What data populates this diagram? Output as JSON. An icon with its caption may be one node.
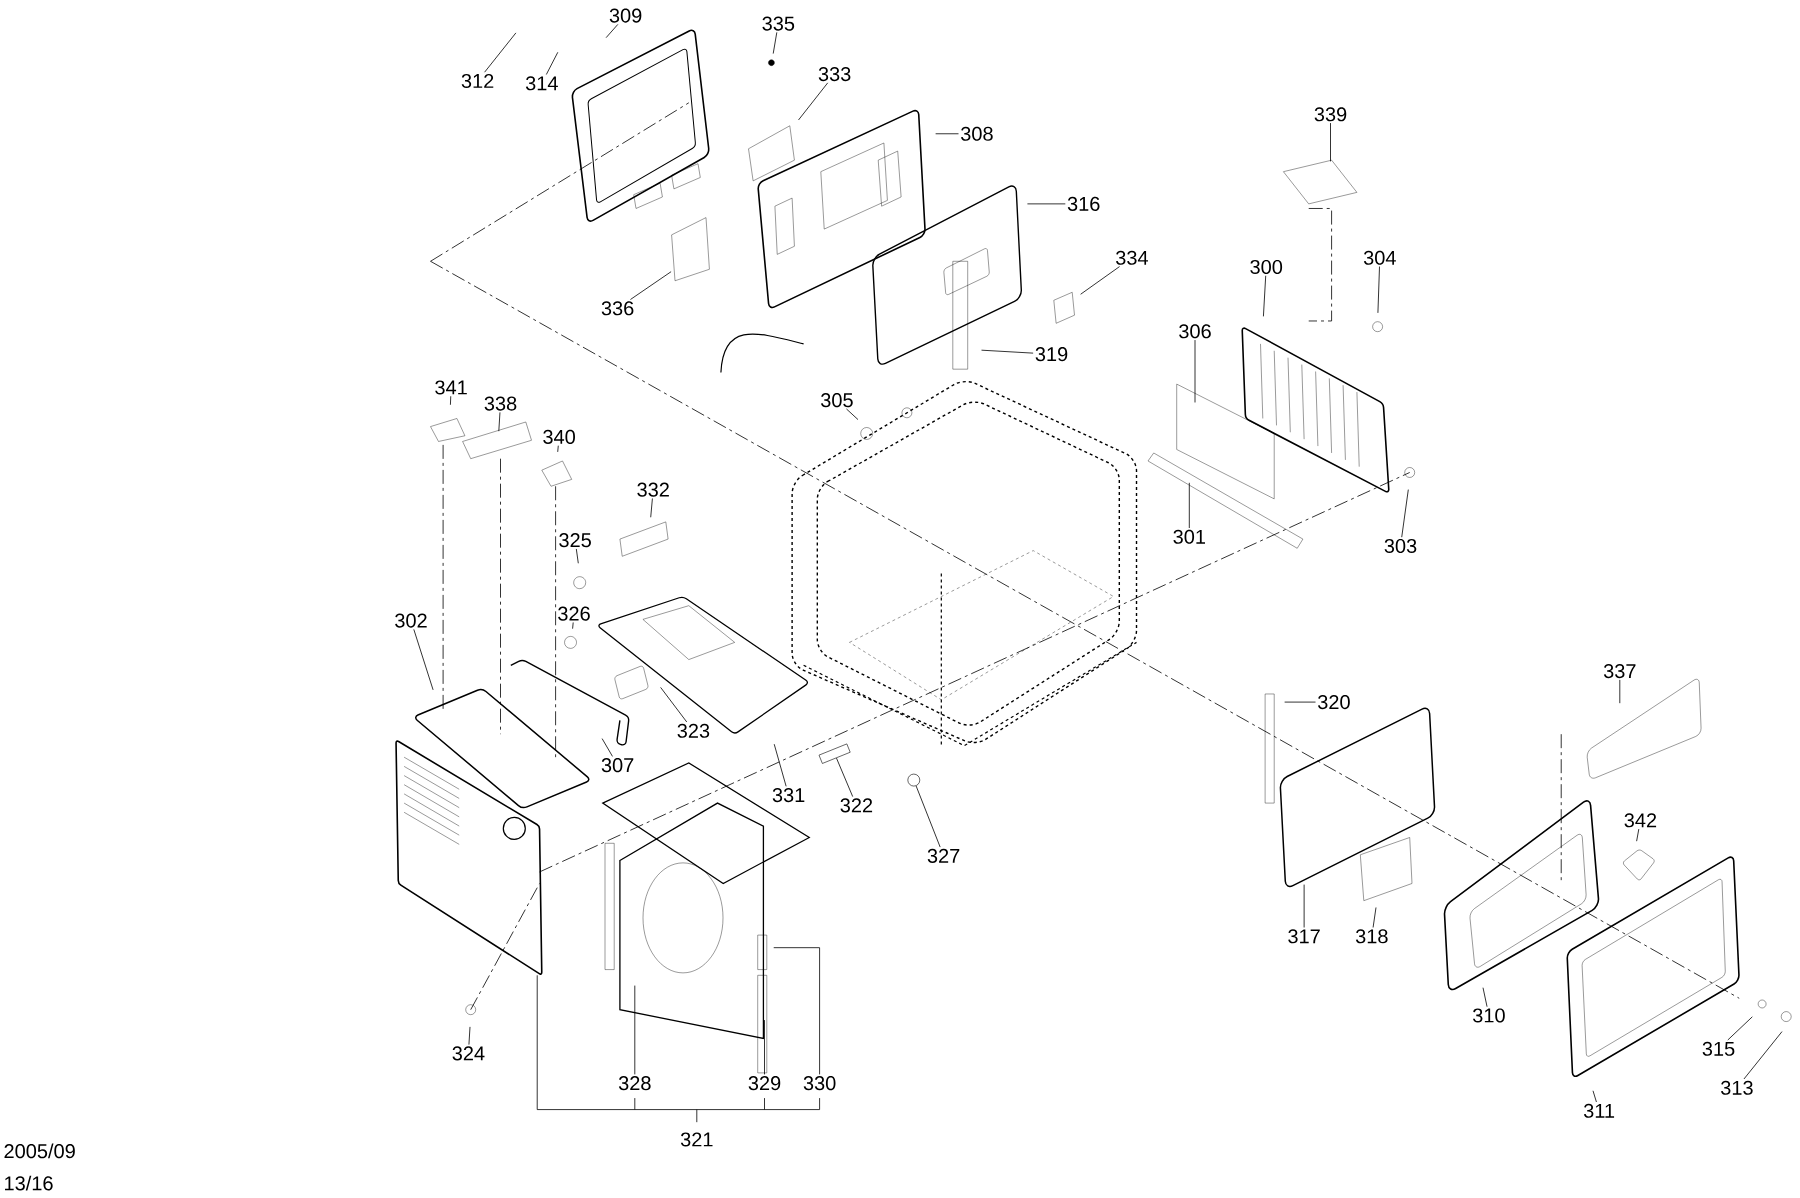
{
  "diagram": {
    "nodes": [
      {
        "text": [
          "309"
        ]
      },
      {
        "text": [
          "335"
        ]
      },
      {
        "text": [
          "312"
        ]
      },
      {
        "text": [
          "314"
        ]
      },
      {
        "text": [
          "333"
        ]
      },
      {
        "text": [
          "308"
        ]
      },
      {
        "text": [
          "339"
        ]
      },
      {
        "text": [
          "316"
        ]
      },
      {
        "text": [
          "334"
        ]
      },
      {
        "text": [
          "304"
        ]
      },
      {
        "text": [
          "300"
        ]
      },
      {
        "text": [
          "336"
        ]
      },
      {
        "text": [
          "306"
        ]
      },
      {
        "text": [
          "319"
        ]
      },
      {
        "text": [
          "341"
        ]
      },
      {
        "text": [
          "305"
        ]
      },
      {
        "text": [
          "338"
        ]
      },
      {
        "text": [
          "340"
        ]
      },
      {
        "text": [
          "332"
        ]
      },
      {
        "text": [
          "301"
        ]
      },
      {
        "text": [
          "325"
        ]
      },
      {
        "text": [
          "303"
        ]
      },
      {
        "text": [
          "326"
        ]
      },
      {
        "text": [
          "302"
        ]
      },
      {
        "text": [
          "337"
        ]
      },
      {
        "text": [
          "320"
        ]
      },
      {
        "text": [
          "323"
        ]
      },
      {
        "text": [
          "307"
        ]
      },
      {
        "text": [
          "331"
        ]
      },
      {
        "text": [
          "322"
        ]
      },
      {
        "text": [
          "342"
        ]
      },
      {
        "text": [
          "327"
        ]
      },
      {
        "text": [
          "317"
        ]
      },
      {
        "text": [
          "318"
        ]
      },
      {
        "text": [
          "310"
        ]
      },
      {
        "text": [
          "315"
        ]
      },
      {
        "text": [
          "324"
        ]
      },
      {
        "text": [
          "328"
        ]
      },
      {
        "text": [
          "329"
        ]
      },
      {
        "text": [
          "330"
        ]
      },
      {
        "text": [
          "313"
        ]
      },
      {
        "text": [
          "311"
        ]
      },
      {
        "text": [
          "321"
        ]
      },
      {
        "text": [],
        "shape": "bar"
      },
      {
        "text": [],
        "shape": "circle"
      }
    ],
    "edges": [
      {
        "from": 0,
        "to": null,
        "arrow": "none"
      },
      {
        "from": 1,
        "to": null,
        "arrow": "none"
      },
      {
        "from": 2,
        "to": null,
        "arrow": "none"
      },
      {
        "from": 3,
        "to": null,
        "arrow": "none"
      },
      {
        "from": 4,
        "to": null,
        "arrow": "none"
      },
      {
        "from": 5,
        "to": null,
        "arrow": "none"
      },
      {
        "from": 6,
        "to": null,
        "arrow": "none"
      },
      {
        "from": 7,
        "to": null,
        "arrow": "none"
      },
      {
        "from": 8,
        "to": null,
        "arrow": "none"
      },
      {
        "from": 9,
        "to": null,
        "arrow": "none"
      },
      {
        "from": 10,
        "to": null,
        "arrow": "none"
      },
      {
        "from": 11,
        "to": null,
        "arrow": "none"
      },
      {
        "from": 12,
        "to": null,
        "arrow": "none"
      },
      {
        "from": 13,
        "to": null,
        "arrow": "none"
      },
      {
        "from": 14,
        "to": null,
        "arrow": "none"
      },
      {
        "from": 15,
        "to": null,
        "arrow": "none"
      },
      {
        "from": 16,
        "to": null,
        "arrow": "none"
      },
      {
        "from": 17,
        "to": null,
        "arrow": "none"
      },
      {
        "from": 18,
        "to": null,
        "arrow": "none"
      },
      {
        "from": 19,
        "to": null,
        "arrow": "none"
      },
      {
        "from": 20,
        "to": null,
        "arrow": "none"
      },
      {
        "from": 21,
        "to": null,
        "arrow": "none"
      },
      {
        "from": 22,
        "to": null,
        "arrow": "none"
      },
      {
        "from": 23,
        "to": null,
        "arrow": "none"
      },
      {
        "from": 24,
        "to": null,
        "arrow": "none"
      },
      {
        "from": 25,
        "to": null,
        "arrow": "none"
      },
      {
        "from": 26,
        "to": null,
        "arrow": "none"
      },
      {
        "from": 27,
        "to": null,
        "arrow": "none"
      },
      {
        "from": 28,
        "to": null,
        "arrow": "none"
      },
      {
        "from": 29,
        "to": 43,
        "arrow": "none"
      },
      {
        "from": 30,
        "to": null,
        "arrow": "none"
      },
      {
        "from": 31,
        "to": 44,
        "arrow": "none"
      },
      {
        "from": 32,
        "to": null,
        "arrow": "none"
      },
      {
        "from": 33,
        "to": null,
        "arrow": "none"
      },
      {
        "from": 34,
        "to": null,
        "arrow": "none"
      },
      {
        "from": 35,
        "to": null,
        "arrow": "none"
      },
      {
        "from": 36,
        "to": null,
        "arrow": "none"
      },
      {
        "from": 37,
        "to": null,
        "arrow": "none"
      },
      {
        "from": 38,
        "to": null,
        "arrow": "none"
      },
      {
        "from": 39,
        "to": null,
        "arrow": "none"
      },
      {
        "from": 40,
        "to": null,
        "arrow": "none"
      },
      {
        "from": 41,
        "to": null,
        "arrow": "none"
      }
    ],
    "labels": [
      "2005/09",
      "13/16"
    ]
  }
}
